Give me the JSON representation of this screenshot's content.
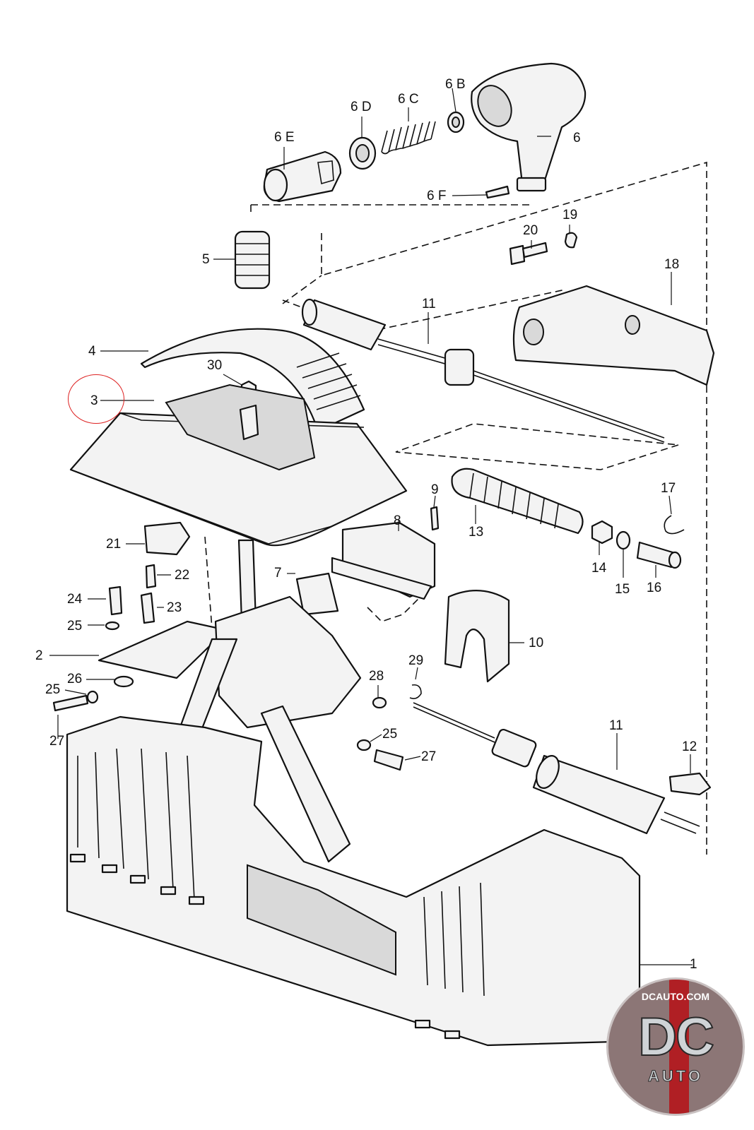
{
  "labels": {
    "l1": "1",
    "l2": "2",
    "l3": "3",
    "l4": "4",
    "l5": "5",
    "l6": "6",
    "l6b": "6 B",
    "l6c": "6 C",
    "l6d": "6 D",
    "l6e": "6 E",
    "l6f": "6 F",
    "l7": "7",
    "l8": "8",
    "l9": "9",
    "l10": "10",
    "l11a": "11",
    "l11b": "11",
    "l12": "12",
    "l13": "13",
    "l14": "14",
    "l15": "15",
    "l16": "16",
    "l17": "17",
    "l18": "18",
    "l19": "19",
    "l20": "20",
    "l21": "21",
    "l22": "22",
    "l23": "23",
    "l24": "24",
    "l25a": "25",
    "l25b": "25",
    "l25c": "25",
    "l26": "26",
    "l27a": "27",
    "l27b": "27",
    "l28": "28",
    "l29": "29",
    "l30": "30"
  },
  "logo": {
    "site": "DCAUTO.COM",
    "big": "DC",
    "small": "AUTO"
  },
  "colors": {
    "highlight": "#dd2222",
    "logo_red": "#b01f24"
  }
}
